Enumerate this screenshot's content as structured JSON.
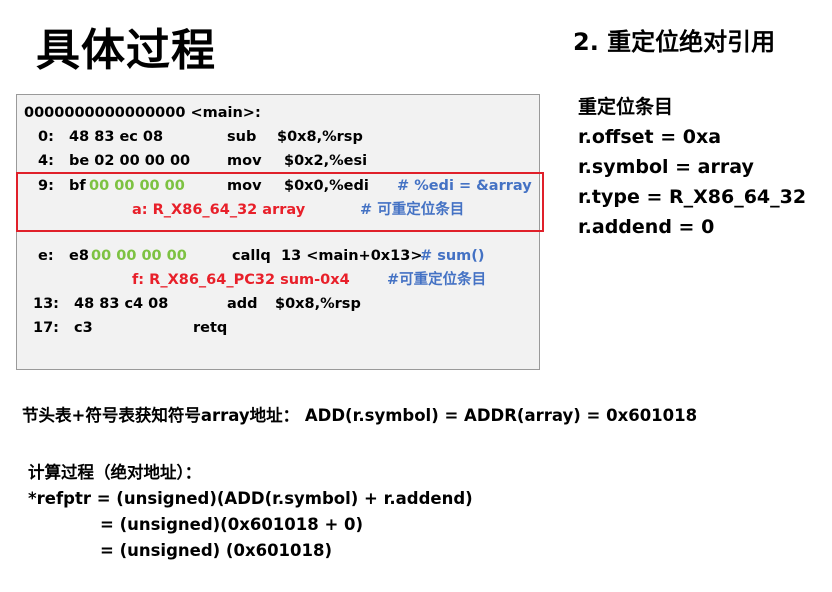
{
  "title": "具体过程",
  "subtitle": "2. 重定位绝对引用",
  "code": {
    "header": "0000000000000000 <main>:",
    "lines": [
      {
        "addr": "0:",
        "bytes": "48 83 ec 08",
        "op": "sub",
        "args": "$0x8,%rsp"
      },
      {
        "addr": "4:",
        "bytes": "be 02 00 00 00",
        "op": "mov",
        "args": "$0x2,%esi"
      },
      {
        "addr": "9:",
        "bytes_prefix": "bf",
        "bytes_zero": "00 00 00 00",
        "op": "mov",
        "args": "$0x0,%edi",
        "comment": "# %edi = &array"
      },
      {
        "reloc": "a: R_X86_64_32 array",
        "comment": "# 可重定位条目"
      },
      {
        "addr": "e:",
        "bytes_prefix": "e8",
        "bytes_zero": "00 00 00 00",
        "op": "callq",
        "args": "13 <main+0x13>",
        "comment": "# sum()"
      },
      {
        "reloc": "f: R_X86_64_PC32 sum-0x4",
        "comment": "#可重定位条目"
      },
      {
        "addr": "13:",
        "bytes": "48 83 c4 08",
        "op": "add",
        "args": "$0x8,%rsp"
      },
      {
        "addr": "17:",
        "bytes": "c3",
        "op": "retq"
      }
    ]
  },
  "reloc_entry": {
    "heading": "重定位条目",
    "offset": "r.offset = 0xa",
    "symbol": "r.symbol = array",
    "type": "r.type =  R_X86_64_32",
    "addend": "r.addend = 0"
  },
  "address_line": "节头表+符号表获知符号array地址：  ADD(r.symbol) = ADDR(array) = 0x601018",
  "calculation": {
    "heading": "计算过程（绝对地址）：",
    "line1": "*refptr = (unsigned)(ADD(r.symbol) + r.addend)",
    "line2": "= (unsigned)(0x601018 + 0)",
    "line3": "= (unsigned) (0x601018)"
  },
  "colors": {
    "highlight_border": "#e0202a",
    "zero_bytes": "#7dc242",
    "reloc_text": "#e8202a",
    "comment": "#4472c4",
    "code_bg": "#f2f2f2"
  }
}
